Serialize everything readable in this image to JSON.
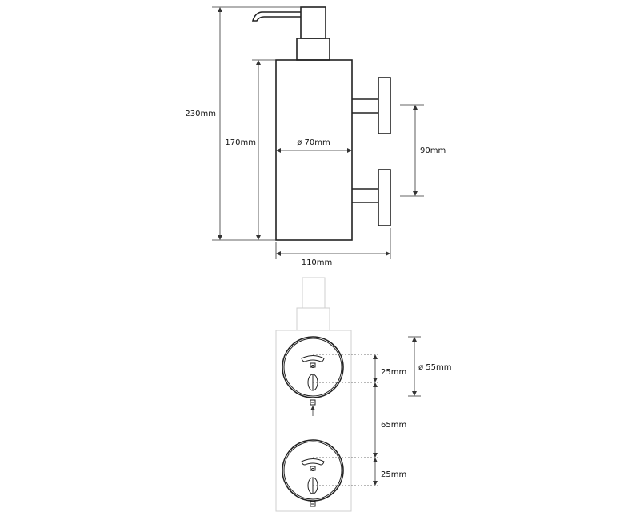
{
  "labels": {
    "total_height": "230mm",
    "body_height": "170mm",
    "diameter": "ø 70mm",
    "bracket_spacing": "90mm",
    "depth": "110mm",
    "plate_diameter": "ø 55mm",
    "hole_offset_top": "25mm",
    "plate_spacing": "65mm",
    "hole_offset_bottom": "25mm"
  }
}
